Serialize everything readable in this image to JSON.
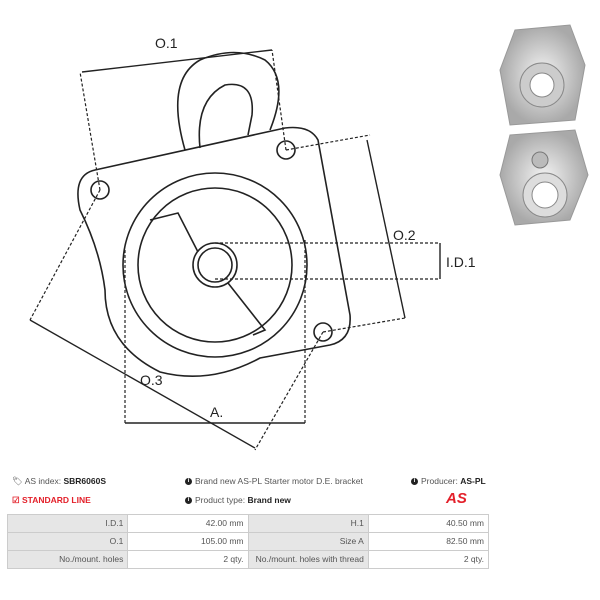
{
  "drawing": {
    "labels": {
      "o1": "O.1",
      "o2": "O.2",
      "o3": "O.3",
      "id1": "I.D.1",
      "a": "A."
    }
  },
  "info": {
    "as_index_label": "AS index:",
    "as_index": "SBR6060S",
    "line": "STANDARD LINE",
    "description": "Brand new AS-PL Starter motor D.E. bracket",
    "product_type_label": "Product type:",
    "product_type": "Brand new",
    "producer_label": "Producer:",
    "producer": "AS-PL",
    "logo": "AS"
  },
  "specs": [
    [
      "I.D.1",
      "42.00 mm",
      "H.1",
      "40.50 mm"
    ],
    [
      "O.1",
      "105.00 mm",
      "Size A",
      "82.50 mm"
    ],
    [
      "No./mount. holes",
      "2 qty.",
      "No./mount. holes with thread",
      "2 qty."
    ]
  ],
  "colors": {
    "accent": "#e3202a"
  }
}
